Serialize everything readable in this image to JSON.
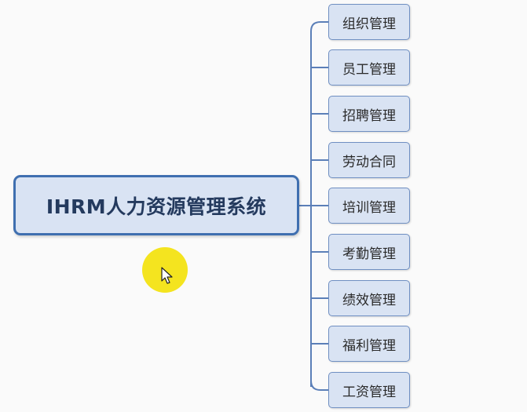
{
  "root": {
    "label": "IHRM人力资源管理系统"
  },
  "children": [
    {
      "label": "组织管理"
    },
    {
      "label": "员工管理"
    },
    {
      "label": "招聘管理"
    },
    {
      "label": "劳动合同"
    },
    {
      "label": "培训管理"
    },
    {
      "label": "考勤管理"
    },
    {
      "label": "绩效管理"
    },
    {
      "label": "福利管理"
    },
    {
      "label": "工资管理"
    }
  ],
  "colors": {
    "node_fill": "#d9e3f3",
    "root_border": "#3f6fb0",
    "child_border": "#6f8fc2",
    "connector": "#5b7fb8",
    "cursor_highlight": "#f3e20c"
  },
  "icons": {
    "cursor": "mouse-pointer-icon"
  }
}
